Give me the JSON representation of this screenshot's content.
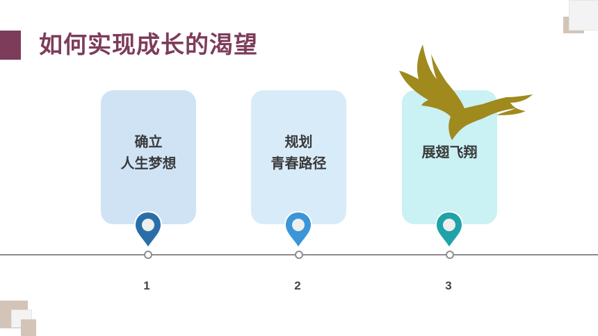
{
  "slide": {
    "title": "如何实现成长的渴望"
  },
  "colors": {
    "title": "#7d3c5a",
    "title_bar": "#7d3c5a",
    "deco_square": "#d4c4b8",
    "deco_square_light": "#f3f3f3",
    "timeline": "#8c8c8c",
    "eagle": "#a08a1e"
  },
  "steps": [
    {
      "number": "1",
      "line1": "确立",
      "line2": "人生梦想",
      "card_color": "#cfe3f5",
      "pin_color": "#2a6ea8"
    },
    {
      "number": "2",
      "line1": "规划",
      "line2": "青春路径",
      "card_color": "#d8ebf8",
      "pin_color": "#3b95d9"
    },
    {
      "number": "3",
      "line1": "展翅飞翔",
      "line2": "",
      "card_color": "#caf1f4",
      "pin_color": "#1fa3a8"
    }
  ],
  "icons": {
    "eagle": "eagle-icon",
    "pin": "map-pin-icon"
  }
}
